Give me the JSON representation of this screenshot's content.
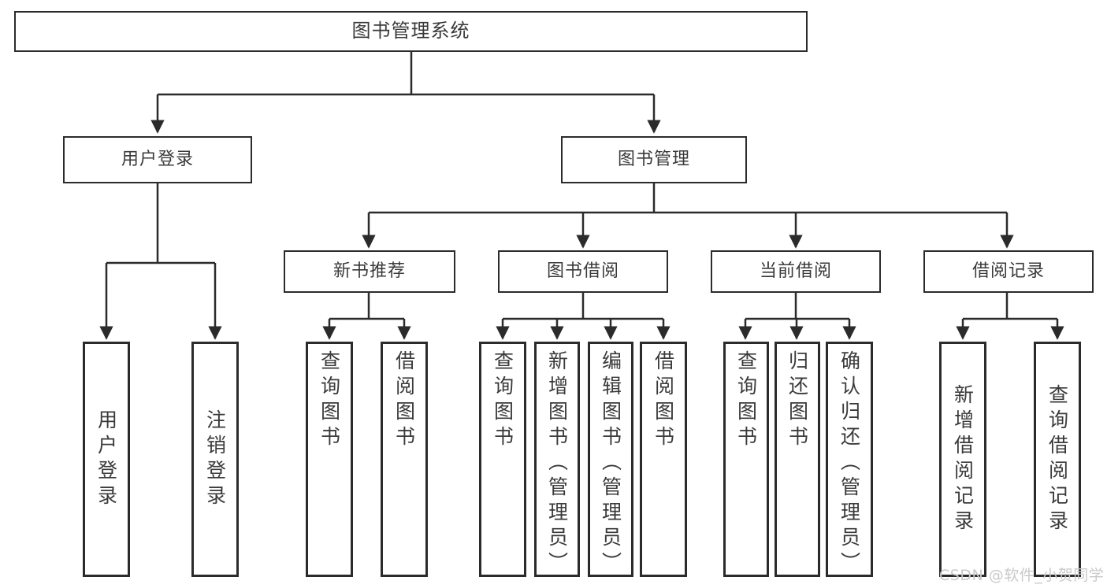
{
  "diagram": {
    "type": "tree",
    "title": "图书管理系统",
    "root": {
      "label": "图书管理系统"
    },
    "level1": [
      {
        "label": "用户登录"
      },
      {
        "label": "图书管理"
      }
    ],
    "level2": [
      {
        "label": "新书推荐"
      },
      {
        "label": "图书借阅"
      },
      {
        "label": "当前借阅"
      },
      {
        "label": "借阅记录"
      }
    ],
    "leaves": {
      "user_login": [
        {
          "label": "用户登录"
        },
        {
          "label": "注销登录"
        }
      ],
      "new_book_recommend": [
        {
          "label": "查询图书"
        },
        {
          "label": "借阅图书"
        }
      ],
      "book_borrow": [
        {
          "label": "查询图书"
        },
        {
          "label": "新增图书（管理员）"
        },
        {
          "label": "编辑图书（管理员）"
        },
        {
          "label": "借阅图书"
        }
      ],
      "current_borrow": [
        {
          "label": "查询图书"
        },
        {
          "label": "归还图书"
        },
        {
          "label": "确认归还（管理员）"
        }
      ],
      "borrow_record": [
        {
          "label": "新增借阅记录"
        },
        {
          "label": "查询借阅记录"
        }
      ]
    }
  },
  "watermark": {
    "text": "CSDN @软件_小贺同学"
  },
  "colors": {
    "stroke": "#2b2b2b",
    "text": "#3a3a3a",
    "background": "#ffffff",
    "watermark": "#c9c9c9"
  }
}
